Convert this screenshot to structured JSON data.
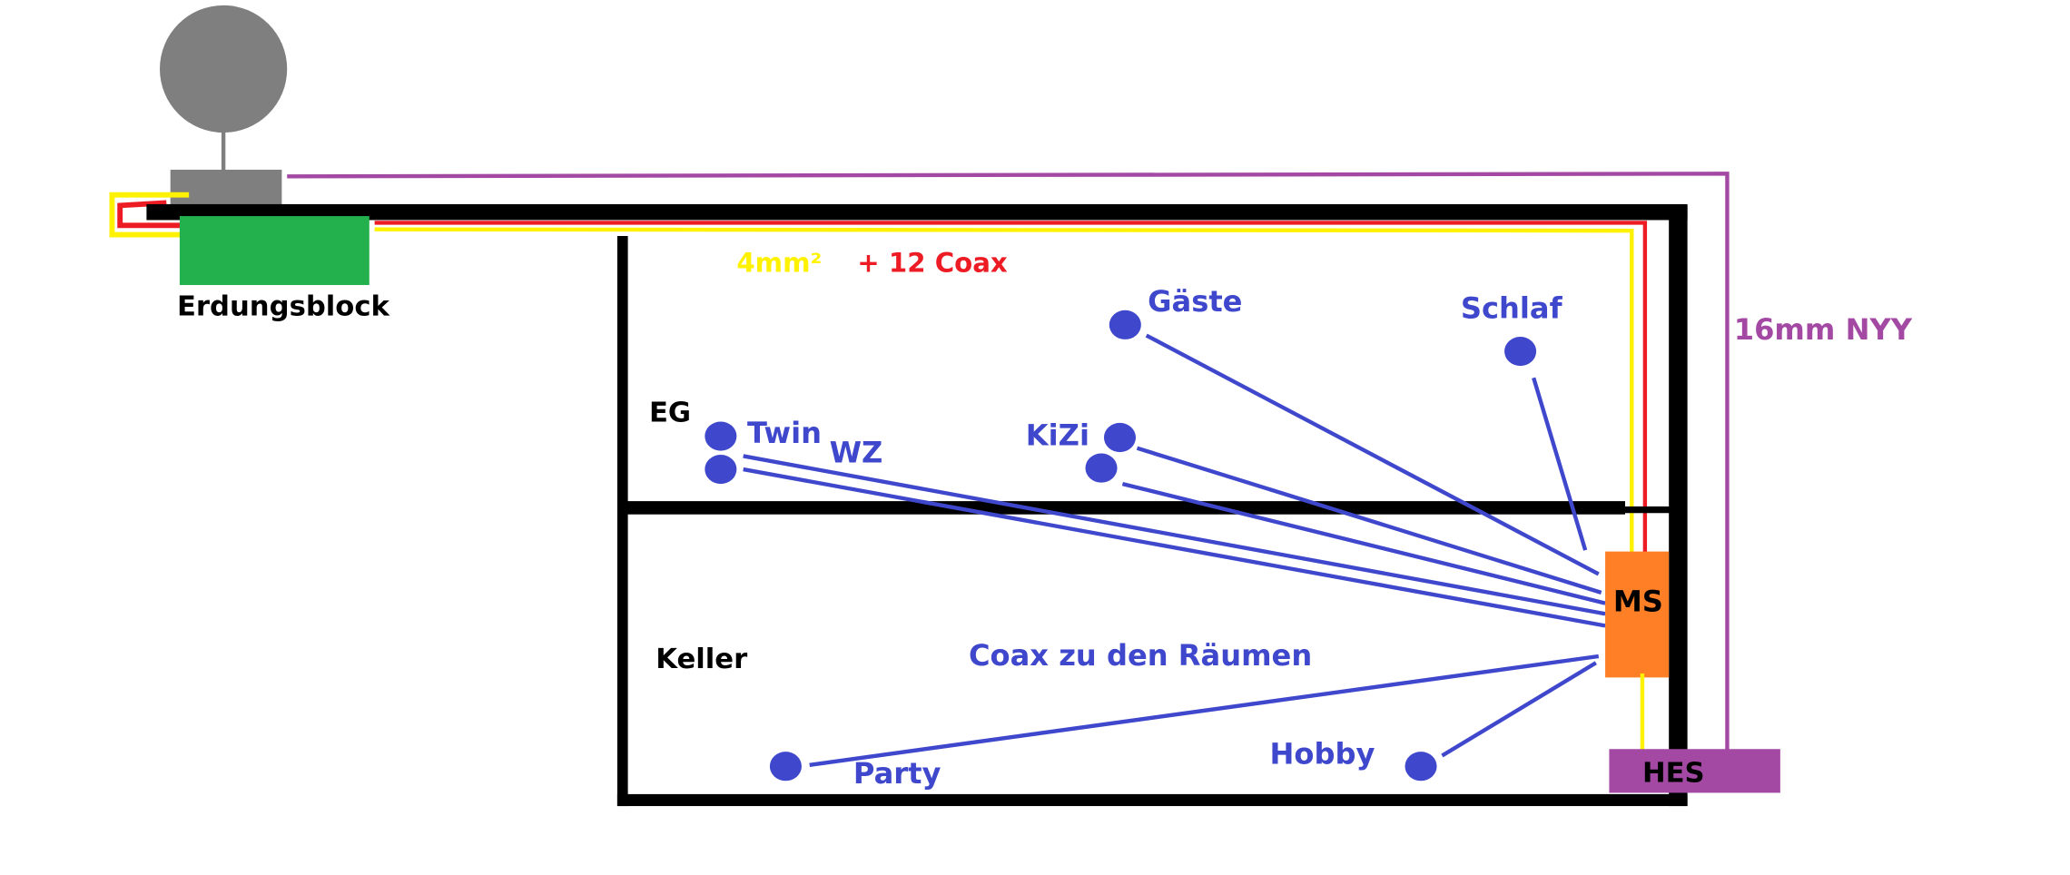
{
  "colors": {
    "blue": "#3f48cc",
    "purple": "#a349a4",
    "yellow": "#fff200",
    "red": "#ed1c24",
    "green": "#22b14c",
    "orange": "#ff7f27",
    "gray": "#7f7f7f",
    "black": "#000000"
  },
  "labels": {
    "grounding_block": "Erdungsblock",
    "ground_wire": "4mm²",
    "coax_bundle": "+ 12 Coax",
    "power_cable": "16mm NYY",
    "ground_floor": "EG",
    "basement": "Keller",
    "coax_rooms": "Coax zu den Räumen",
    "multiswitch": "MS",
    "main_ground_bar": "HES"
  },
  "rooms": [
    {
      "name": "Gäste"
    },
    {
      "name": "Schlaf"
    },
    {
      "name": "Twin"
    },
    {
      "name": "WZ"
    },
    {
      "name": "KiZi"
    },
    {
      "name": "Party"
    },
    {
      "name": "Hobby"
    }
  ]
}
